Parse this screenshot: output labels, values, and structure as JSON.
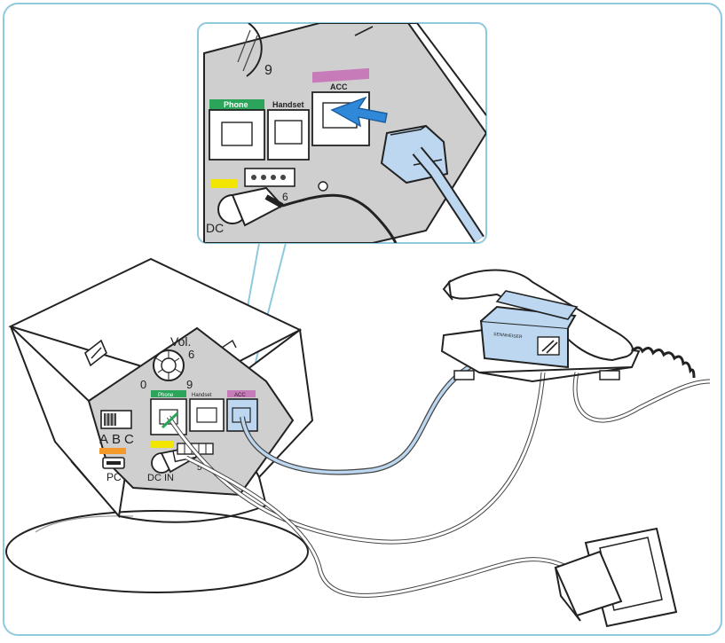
{
  "base_unit": {
    "vol_label": "Vol.",
    "dial_min": "0",
    "dial_mid": "6",
    "dial_max": "9",
    "port_phone": "Phone",
    "port_handset": "Handset",
    "port_acc": "ACC",
    "switch_a": "A",
    "switch_b": "B",
    "switch_c": "C",
    "pc_label": "PC",
    "dc_in_label": "DC IN",
    "terminal_numbers": "5 6"
  },
  "zoom_inset": {
    "dial_max": "9",
    "port_phone": "Phone",
    "port_handset": "Handset",
    "port_acc": "ACC",
    "dc_label": "DC",
    "terminal_numbers": "6"
  },
  "hook_switch": {
    "brand": "SENNHEISER"
  },
  "colors": {
    "frame_border": "#8ec9dd",
    "phone_port_tag": "#2aa55a",
    "acc_port_tag": "#c77bb8",
    "dc_tag": "#f2e600",
    "pc_tag": "#f39a2b",
    "highlight_blue": "#bcd7ef",
    "arrow_blue": "#2f88d8",
    "panel_gray": "#cfcfcf"
  }
}
